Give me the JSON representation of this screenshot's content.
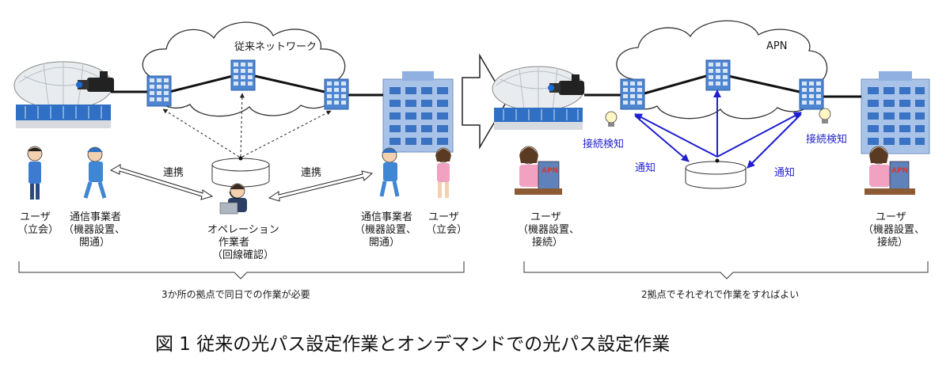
{
  "caption": "図 1 従来の光パス設定作業とオンデマンドでの光パス設定作業",
  "left_panel": {
    "network_label": "従来ネットワーク",
    "user_left": [
      "ユーザ",
      "（立会）"
    ],
    "carrier_left": [
      "通信事業者",
      "（機器設置、",
      "開通）"
    ],
    "operator": [
      "オペレーション",
      "作業者",
      "（回線確認）"
    ],
    "carrier_right": [
      "通信事業者",
      "（機器設置、",
      "開通）"
    ],
    "user_right": [
      "ユーザ",
      "（立会）"
    ],
    "coord_left": "連携",
    "coord_right": "連携",
    "summary": "3か所の拠点で同日での作業が必要"
  },
  "right_panel": {
    "network_label": "APN",
    "user_left": [
      "ユーザ",
      "（機器設置、",
      "接続）"
    ],
    "user_right": [
      "ユーザ",
      "（機器設置、",
      "接続）"
    ],
    "detect_left": "接続検知",
    "detect_right": "接続検知",
    "notify_left": "通知",
    "notify_right": "通知",
    "apn_tag": "APN",
    "summary": "2拠点でそれぞれで作業をすればよい"
  },
  "colors": {
    "building_blue": "#5b8fd6",
    "stadium_blue": "#2f6fc4",
    "notify_arrow": "#1f1fd0",
    "apn_red": "#d23a2e"
  }
}
